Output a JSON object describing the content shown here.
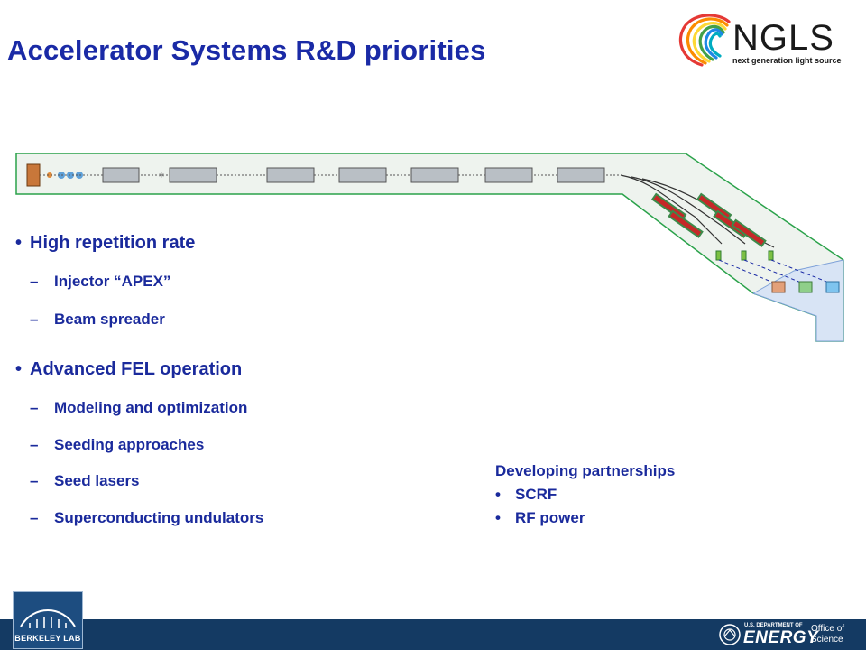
{
  "slide": {
    "title": "Accelerator Systems R&D priorities"
  },
  "logo": {
    "name": "NGLS",
    "tagline": "next generation light source"
  },
  "bullets": [
    {
      "text": "High repetition rate",
      "subitems": [
        "Injector “APEX”",
        "Beam spreader"
      ]
    },
    {
      "text": "Advanced FEL operation",
      "subitems": [
        "Modeling and optimization",
        "Seeding approaches",
        "Seed lasers",
        "Superconducting undulators"
      ]
    }
  ],
  "partnerships": {
    "heading": "Developing partnerships",
    "items": [
      "SCRF",
      "RF power"
    ]
  },
  "footer": {
    "lab": "BERKELEY LAB",
    "doe_small": "U.S. DEPARTMENT OF",
    "doe_big": "ENERGY",
    "office_line1": "Office of",
    "office_line2": "Science"
  },
  "colors": {
    "title": "#1a2aa6",
    "text": "#1a2a9c",
    "footer": "#143a63",
    "tunnel_fill": "#eef3ee",
    "tunnel_edge": "#2aa24a"
  },
  "diagram_markers": {
    "bullet": "•",
    "dash": "–"
  }
}
